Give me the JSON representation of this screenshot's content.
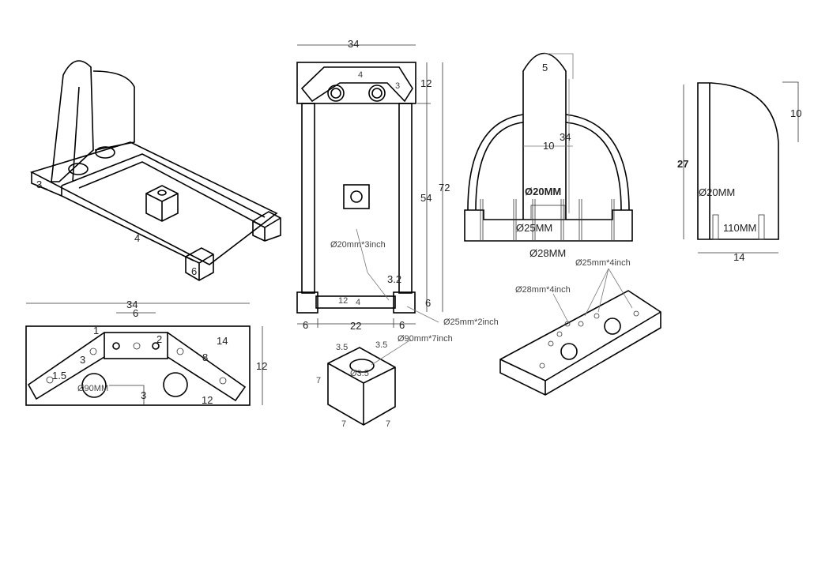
{
  "iso_frame": {
    "dims": [
      "3",
      "4",
      "6"
    ]
  },
  "top_view": {
    "width": "34",
    "top_h": "12",
    "mid_h": "54",
    "total_h": "72",
    "bottom_h": "6",
    "left_w": "6",
    "mid_w": "22",
    "right_w": "6",
    "bar_a": "12",
    "bar_b": "4",
    "gap": "3.2",
    "top_a": "4",
    "top_b": "3",
    "hole_note_1": "Ø20mm*3inch",
    "hole_note_2": "Ø25mm*2inch"
  },
  "block": {
    "a": "3.5",
    "b": "3.5",
    "note": "Ø90mm*7inch",
    "hole": "Ø3.5",
    "h": "7",
    "w1": "7",
    "w2": "7"
  },
  "front_view": {
    "top": "5",
    "height": "34",
    "width": "10",
    "d1": "Ø20MM",
    "d2": "Ø25MM",
    "d3": "Ø28MM"
  },
  "side_view": {
    "top": "10",
    "height": "27",
    "d1": "Ø20MM",
    "d2": "110MM",
    "width": "14"
  },
  "plate": {
    "note_1": "Ø25mm*4inch",
    "note_2": "Ø28mm*4inch"
  },
  "bracket": {
    "width": "34",
    "spacing": "6",
    "d_a": "2",
    "d_b": "1",
    "arm": "3",
    "off": "1.5",
    "len_a": "14",
    "len_b": "8",
    "height": "12",
    "diag": "12",
    "hole": "Ø90MM",
    "drop": "3"
  }
}
